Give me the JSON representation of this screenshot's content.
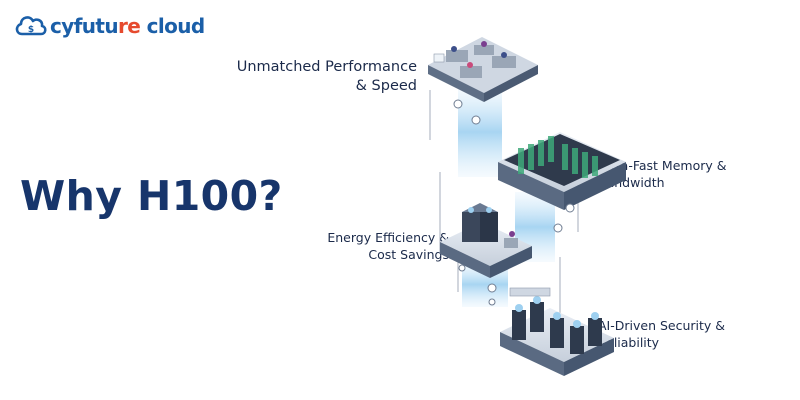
{
  "brand": {
    "name_part1": "cyfutu",
    "name_part2": "re",
    "name_part3": " cloud",
    "primary_color": "#1b5fa8",
    "accent_color": "#e64a2e",
    "icon": "cloud-logo-icon"
  },
  "headline": "Why H100?",
  "features": [
    {
      "line1": "Unmatched Performance",
      "line2": "& Speed"
    },
    {
      "line1": "Ultra-Fast Memory &",
      "line2": "Bandwidth"
    },
    {
      "line1": "Energy Efficiency &",
      "line2": "Cost Savings"
    },
    {
      "line1": "AI-Driven Security &",
      "line2": "Reliability"
    }
  ],
  "illustration": {
    "icon": "isometric-data-center-illustration"
  },
  "colors": {
    "headline": "#17356b",
    "text": "#1b2a4a",
    "platform": "#5f6f86",
    "glow": "#9ed0f0"
  }
}
